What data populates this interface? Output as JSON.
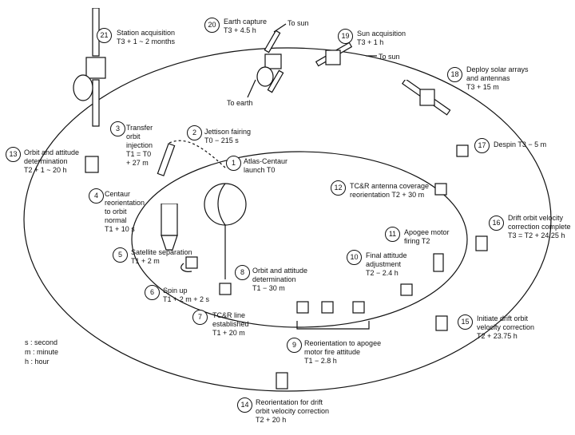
{
  "steps": [
    {
      "num": "21",
      "text": [
        "Station acquisition",
        "T3 + 1 ~ 2 months"
      ]
    },
    {
      "num": "20",
      "text": [
        "Earth capture",
        "T3 + 4.5 h"
      ]
    },
    {
      "num": "19",
      "text": [
        "Sun acquisition",
        "T3 + 1 h"
      ]
    },
    {
      "num": "18",
      "text": [
        "Deploy solar arrays",
        "and antennas",
        "T3 + 15 m"
      ]
    },
    {
      "num": "17",
      "text": [
        "Despin T3 − 5 m"
      ]
    },
    {
      "num": "16",
      "text": [
        "Drift orbit velocity",
        "correction complete",
        "T3 = T2 + 24.25 h"
      ]
    },
    {
      "num": "15",
      "text": [
        "Initiate drift orbit",
        "velocity correction",
        "T2 + 23.75 h"
      ]
    },
    {
      "num": "14",
      "text": [
        "Reorientation for drift",
        "orbit velocity correction",
        "T2 + 20 h"
      ]
    },
    {
      "num": "13",
      "text": [
        "Orbit and attitude",
        "determination",
        "T2 + 1 ~ 20 h"
      ]
    },
    {
      "num": "12",
      "text": [
        "TC&R antenna coverage",
        "reorientation T2 + 30 m"
      ]
    },
    {
      "num": "11",
      "text": [
        "Apogee motor",
        "firing T2"
      ]
    },
    {
      "num": "10",
      "text": [
        "Final attitude",
        "adjustment",
        "T2 − 2.4 h"
      ]
    },
    {
      "num": "9",
      "text": [
        "Reorientation to apogee",
        "motor fire attitude",
        "T1 − 2.8 h"
      ]
    },
    {
      "num": "8",
      "text": [
        "Orbit and attitude",
        "determination",
        "T1 − 30 m"
      ]
    },
    {
      "num": "7",
      "text": [
        "TC&R line",
        "established",
        "T1 + 20 m"
      ]
    },
    {
      "num": "6",
      "text": [
        "Spin up",
        "T1 + 2 m + 2 s"
      ]
    },
    {
      "num": "5",
      "text": [
        "Satellite separation",
        "T1 + 2 m"
      ]
    },
    {
      "num": "4",
      "text": [
        "Centaur",
        "reorientation",
        "to orbit",
        "normal",
        "T1 + 10 s"
      ]
    },
    {
      "num": "3",
      "text": [
        "Transfer",
        "orbit",
        "injection",
        "T1 = T0",
        "+ 27 m"
      ]
    },
    {
      "num": "2",
      "text": [
        "Jettison fairing",
        "T0 − 215 s"
      ]
    },
    {
      "num": "1",
      "text": [
        "Atlas-Centaur",
        "launch T0"
      ]
    }
  ],
  "annotations": {
    "to_sun_1": "To sun",
    "to_sun_2": "To sun",
    "to_earth": "To earth"
  },
  "legend": [
    "s : second",
    "m : minute",
    "h : hour"
  ]
}
